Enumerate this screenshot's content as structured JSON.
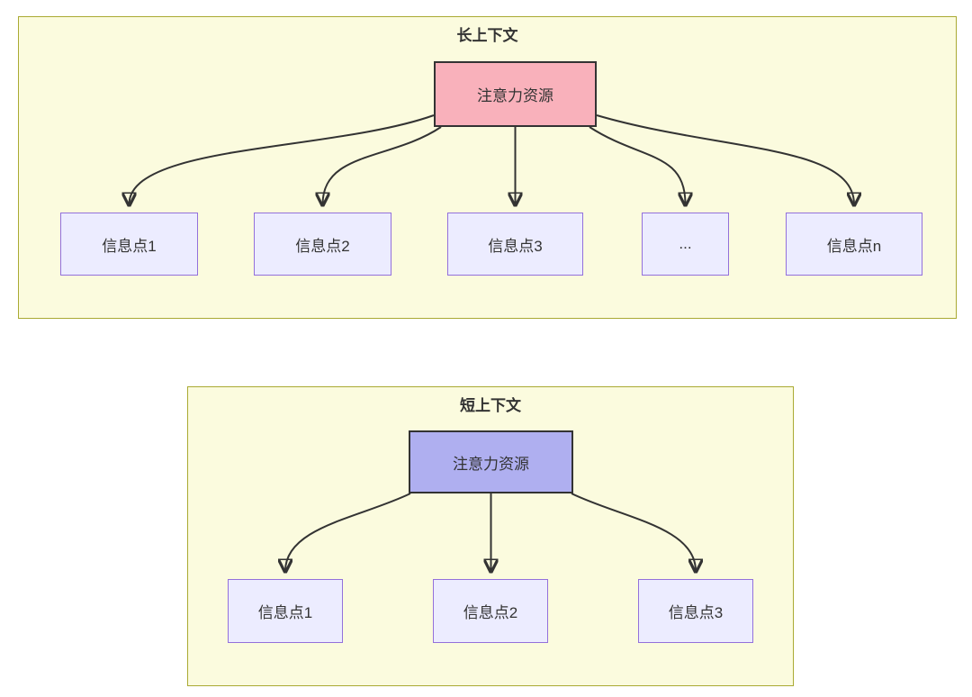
{
  "diagram": {
    "colors": {
      "arrow": "#333333",
      "container-fill": "#FBFBDE",
      "container-border": "#AAAA33",
      "long-root-fill": "#F9B1BB",
      "short-root-fill": "#AFAFF0",
      "node-border-dark": "#333333",
      "child-fill": "#ECECFF",
      "child-border": "#9370DB",
      "text": "#333333"
    },
    "long_context": {
      "title": "长上下文",
      "root_label": "注意力资源",
      "children": [
        {
          "label": "信息点1"
        },
        {
          "label": "信息点2"
        },
        {
          "label": "信息点3"
        },
        {
          "label": "..."
        },
        {
          "label": "信息点n"
        }
      ]
    },
    "short_context": {
      "title": "短上下文",
      "root_label": "注意力资源",
      "children": [
        {
          "label": "信息点1"
        },
        {
          "label": "信息点2"
        },
        {
          "label": "信息点3"
        }
      ]
    }
  }
}
